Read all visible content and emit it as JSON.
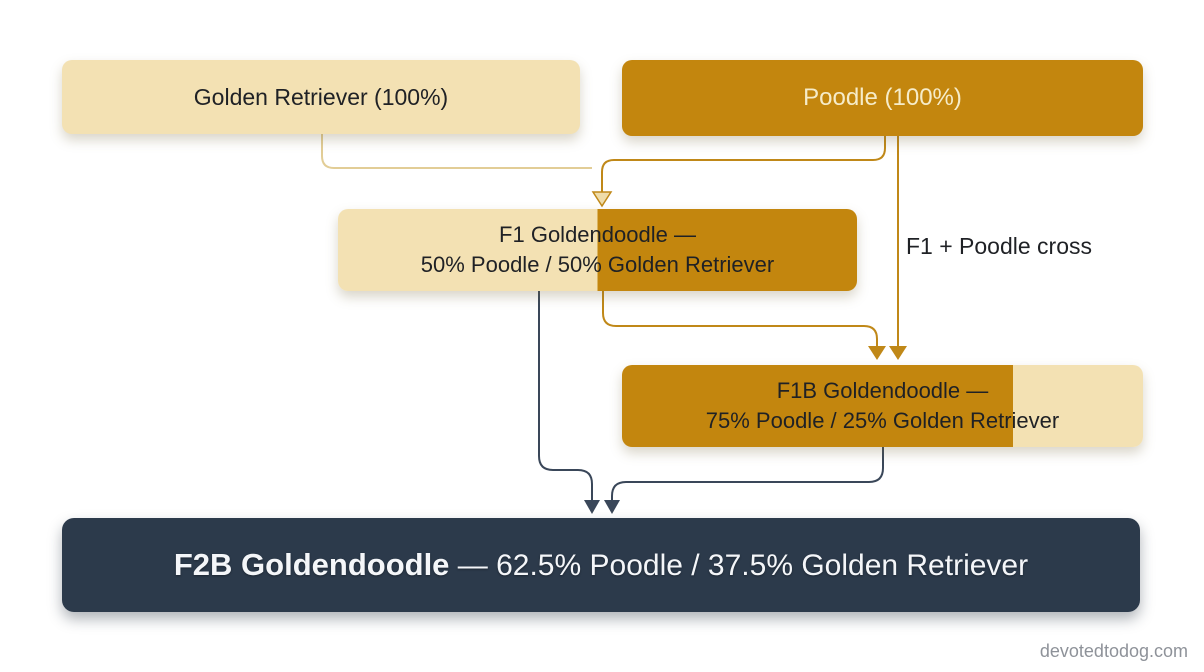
{
  "diagram": {
    "colors": {
      "gold": "#C3860E",
      "cream": "#F3E1B3",
      "navy": "#2C3A4B",
      "gold_line": "#C08818",
      "cream_line": "#E2CD96",
      "dark_line": "#3A4759",
      "text_dark": "#1F2125",
      "text_light": "#F6ECC9",
      "text_white": "#F4F6F9",
      "watermark": "#8E9299",
      "arrow_cream_fill": "#EFDCA9"
    },
    "nodes": [
      {
        "id": "golden-retriever",
        "label": "Golden Retriever (100%)",
        "poodle_pct": 0
      },
      {
        "id": "poodle",
        "label": "Poodle (100%)",
        "poodle_pct": 100
      },
      {
        "id": "f1",
        "label_line1": "F1 Goldendoodle —",
        "label_line2": "50% Poodle / 50% Golden Retriever",
        "poodle_pct": 50
      },
      {
        "id": "f1b",
        "label_line1": "F1B Goldendoodle —",
        "label_line2": "75% Poodle / 25% Golden Retriever",
        "poodle_pct": 75
      },
      {
        "id": "f2b",
        "label_bold": "F2B Goldendoodle",
        "label_rest": " — 62.5% Poodle / 37.5% Golden Retriever",
        "poodle_pct": 62.5
      }
    ],
    "edge_label": "F1 + Poodle cross",
    "watermark": "devotedtodog.com"
  }
}
